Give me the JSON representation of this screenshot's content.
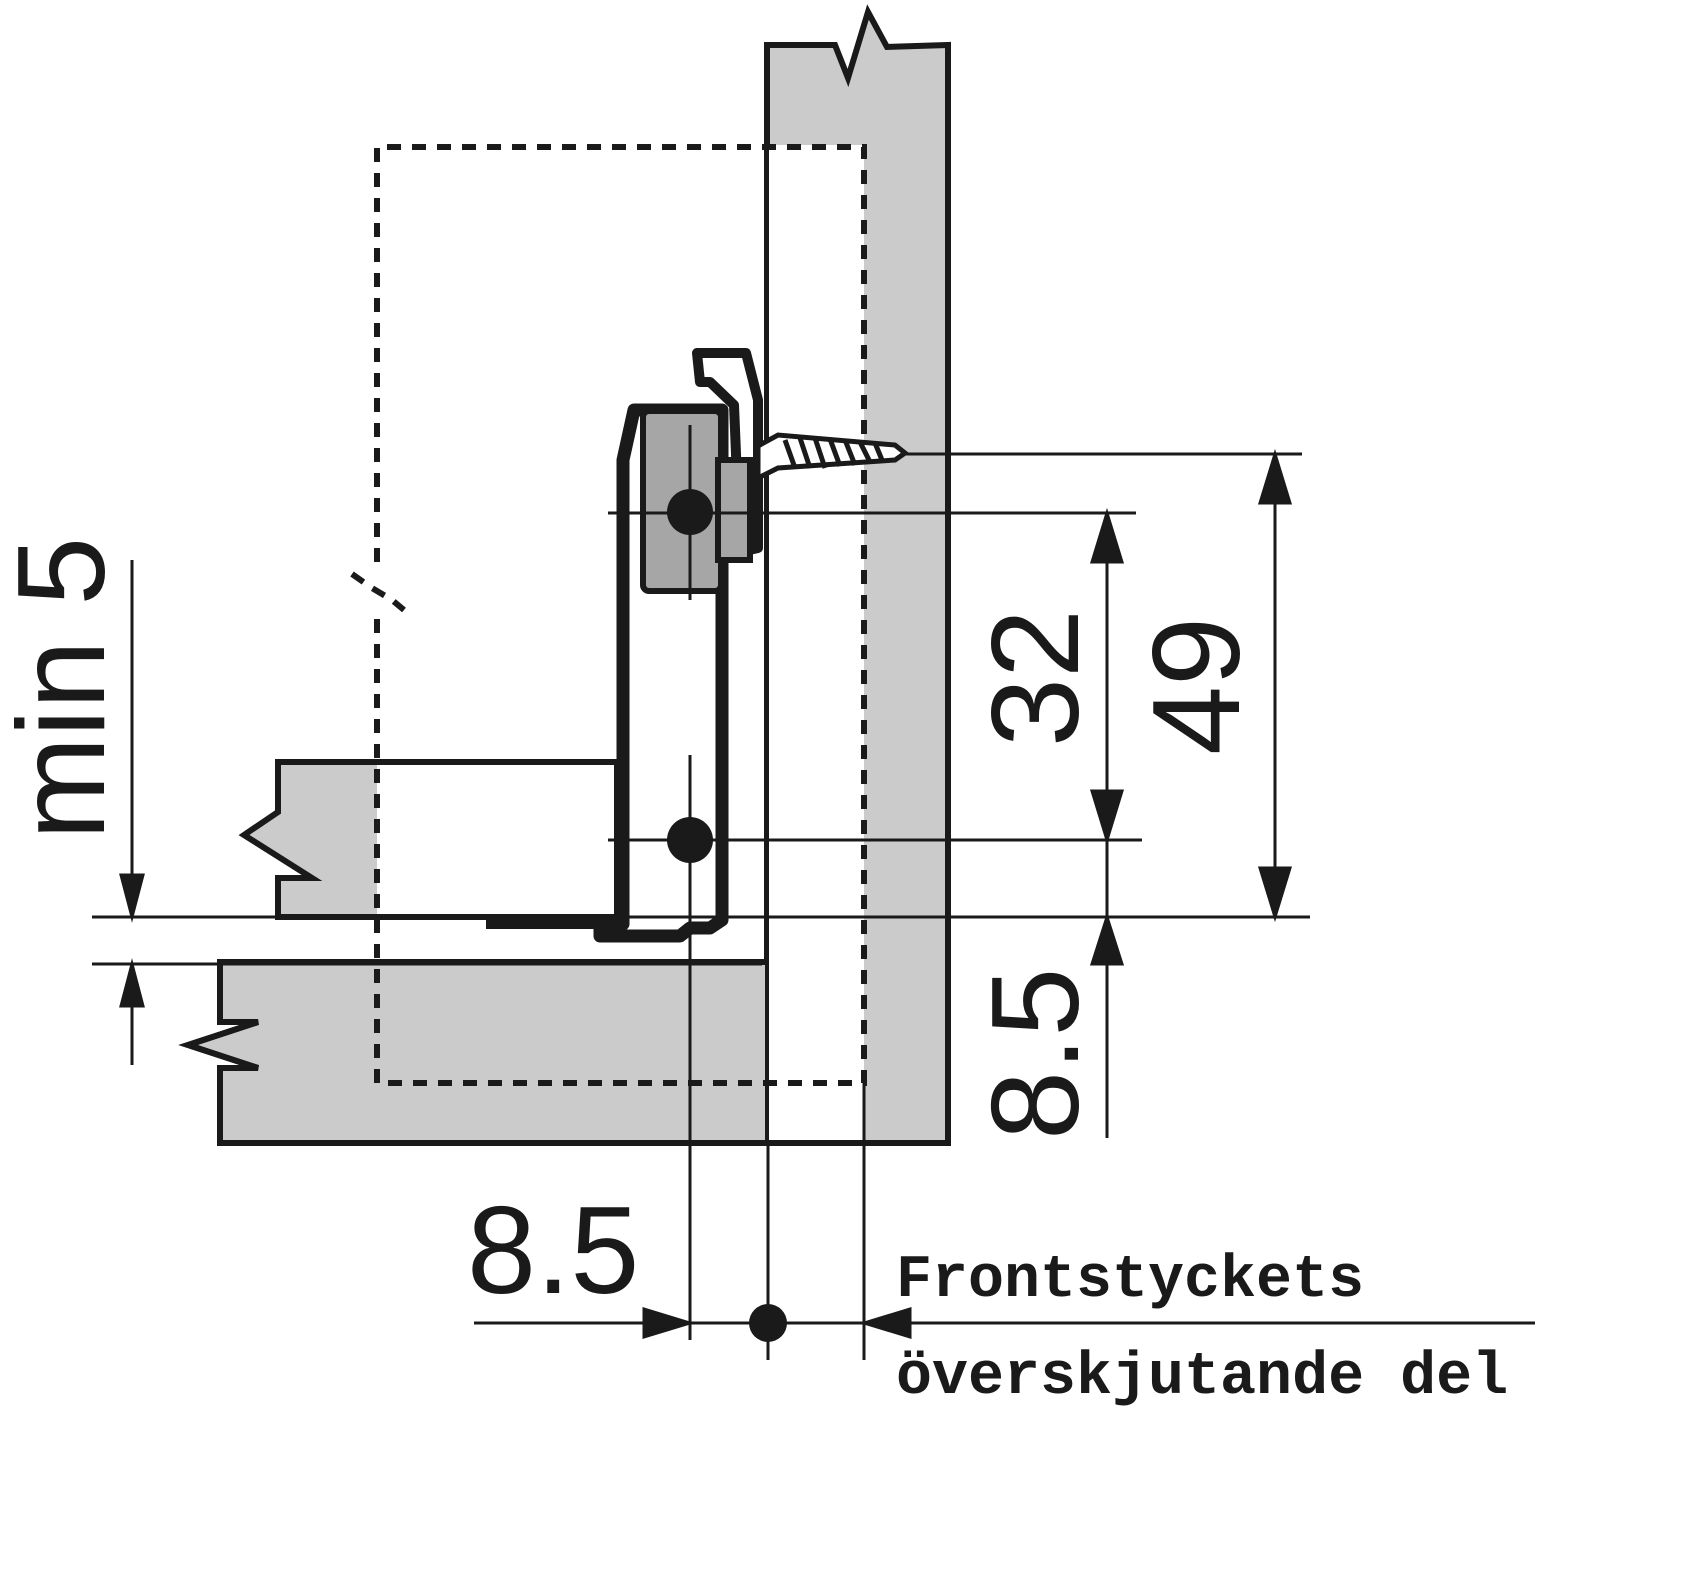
{
  "dimensions": {
    "min_gap": "min 5",
    "hole_spacing": "32",
    "screw_height": "49",
    "bottom_offset": "8.5",
    "side_offset": "8.5"
  },
  "note": {
    "line1": "Frontstyckets",
    "line2": "överskjutande del"
  },
  "colors": {
    "panel_fill": "#cbcbcb",
    "bracket_fill": "#a6a6a6",
    "line": "#1a1a1a"
  }
}
